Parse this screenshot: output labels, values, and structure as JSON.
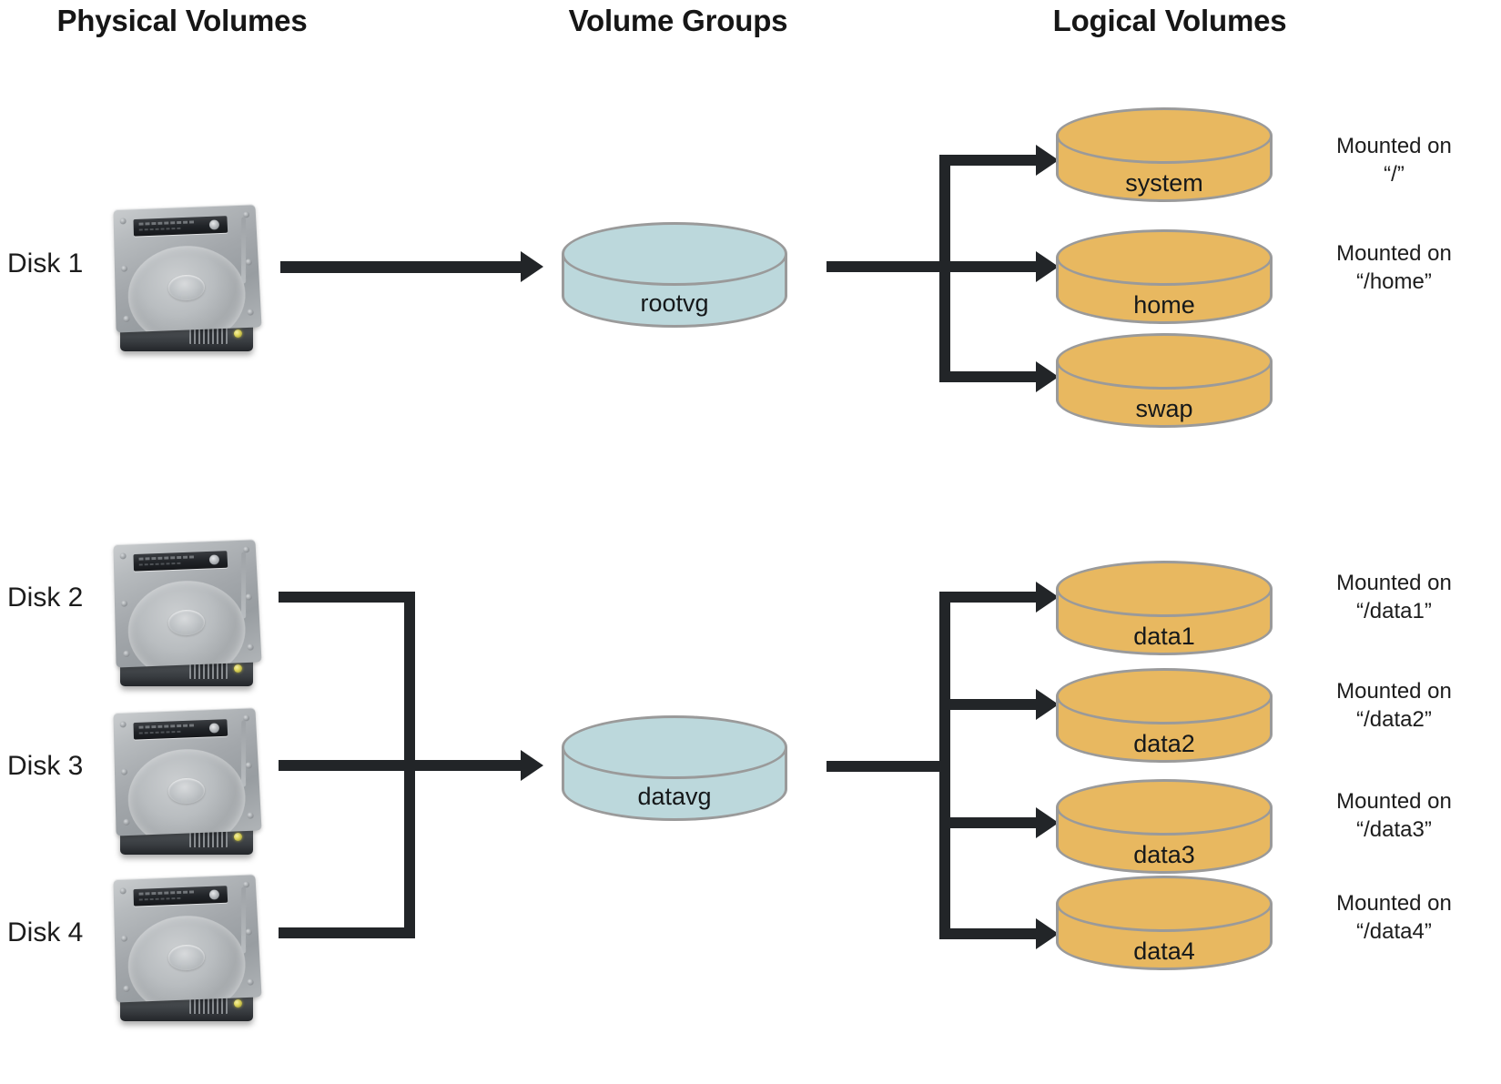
{
  "headers": [
    {
      "label": "Physical Volumes"
    },
    {
      "label": "Volume Groups"
    },
    {
      "label": "Logical Volumes"
    }
  ],
  "colors": {
    "volume_group_fill": "#bcd8dc",
    "logical_volume_fill": "#e8b860",
    "cylinder_stroke": "#9a9a9a",
    "connector": "#222528",
    "text": "#1a1a1a",
    "background": "#ffffff"
  },
  "physical_volumes": [
    {
      "label": "Disk 1",
      "icon": "hard-disk-icon"
    },
    {
      "label": "Disk 2",
      "icon": "hard-disk-icon"
    },
    {
      "label": "Disk 3",
      "icon": "hard-disk-icon"
    },
    {
      "label": "Disk 4",
      "icon": "hard-disk-icon"
    }
  ],
  "volume_groups": [
    {
      "name": "rootvg",
      "members": [
        "Disk 1"
      ]
    },
    {
      "name": "datavg",
      "members": [
        "Disk 2",
        "Disk 3",
        "Disk 4"
      ]
    }
  ],
  "logical_volumes": [
    {
      "name": "system",
      "mount_line1": "Mounted on",
      "mount_line2": "“/”",
      "group": "rootvg"
    },
    {
      "name": "home",
      "mount_line1": "Mounted on",
      "mount_line2": "“/home”",
      "group": "rootvg"
    },
    {
      "name": "swap",
      "mount_line1": "",
      "mount_line2": "",
      "group": "rootvg"
    },
    {
      "name": "data1",
      "mount_line1": "Mounted on",
      "mount_line2": "“/data1”",
      "group": "datavg"
    },
    {
      "name": "data2",
      "mount_line1": "Mounted on",
      "mount_line2": "“/data2”",
      "group": "datavg"
    },
    {
      "name": "data3",
      "mount_line1": "Mounted on",
      "mount_line2": "“/data3”",
      "group": "datavg"
    },
    {
      "name": "data4",
      "mount_line1": "Mounted on",
      "mount_line2": "“/data4”",
      "group": "datavg"
    }
  ]
}
